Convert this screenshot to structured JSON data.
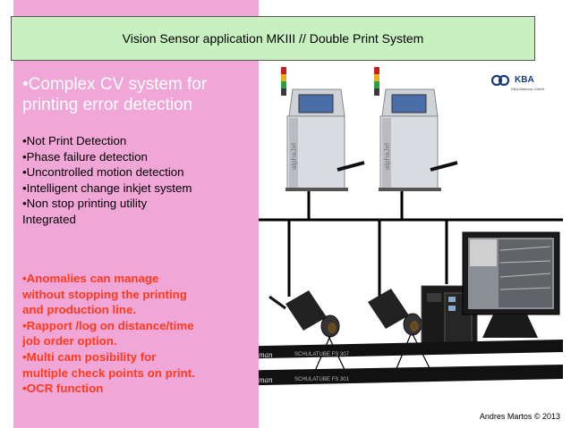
{
  "slide": {
    "title": "Vision Sensor application MKIII // Double Print System",
    "headline_lines": [
      "•Complex  CV system for",
      "printing error detection"
    ],
    "features": [
      "•Not Print Detection",
      "•Phase failure detection",
      "•Uncontrolled motion detection",
      "•Intelligent change inkjet system",
      "•Non stop printing utility",
      "Integrated"
    ],
    "highlights": [
      "•Anomalies can manage",
      "without stopping the printing",
      "and production line.",
      "•Rapport /log on distance/time",
      "job order option.",
      "•Multi cam posibility for",
      "multiple check points on print.",
      "•OCR function"
    ],
    "logo": {
      "name": "KBA",
      "subtitle": "KBA-Metronic GmbH"
    },
    "cable_labels": [
      "A. Schulman",
      "A. Schulman"
    ],
    "footer": "Andres Martos © 2013"
  },
  "colors": {
    "panel": "#f0a6d6",
    "title_box": "#c8f0c0",
    "highlight_text": "#ff3a1a"
  }
}
